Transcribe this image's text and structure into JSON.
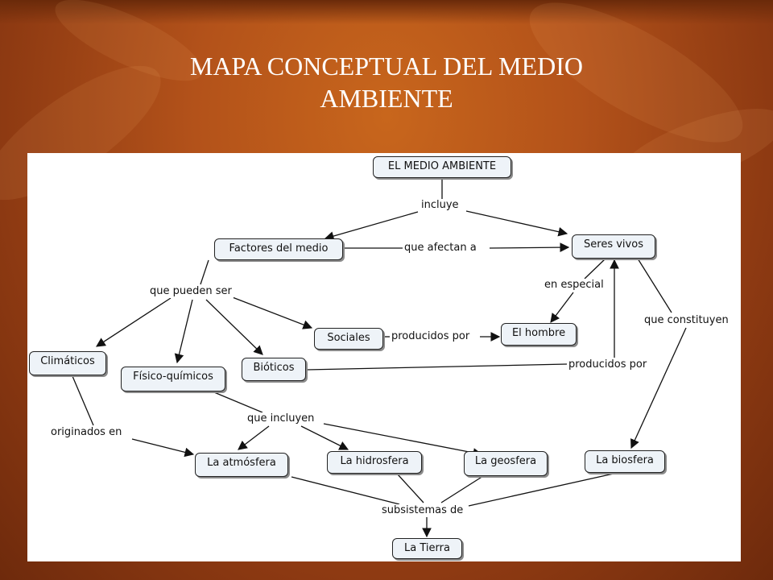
{
  "slide": {
    "title_line1": "MAPA CONCEPTUAL DEL MEDIO",
    "title_line2": "AMBIENTE"
  },
  "concept_map": {
    "nodes": {
      "medio_ambiente": "EL MEDIO AMBIENTE",
      "factores": "Factores del medio",
      "seres_vivos": "Seres vivos",
      "climaticos": "Climáticos",
      "fisico_quimicos": "Físico-químicos",
      "bioticos": "Bióticos",
      "sociales": "Sociales",
      "el_hombre": "El hombre",
      "atmosfera": "La atmósfera",
      "hidrosfera": "La hidrosfera",
      "geosfera": "La geosfera",
      "biosfera": "La biosfera",
      "tierra": "La Tierra"
    },
    "links": {
      "incluye": "incluye",
      "que_afectan_a": "que afectan a",
      "que_pueden_ser": "que pueden ser",
      "en_especial": "en especial",
      "que_constituyen": "que constituyen",
      "producidos_por_1": "producidos por",
      "producidos_por_2": "producidos por",
      "originados_en": "originados en",
      "que_incluyen": "que incluyen",
      "subsistemas_de": "subsistemas de"
    }
  }
}
